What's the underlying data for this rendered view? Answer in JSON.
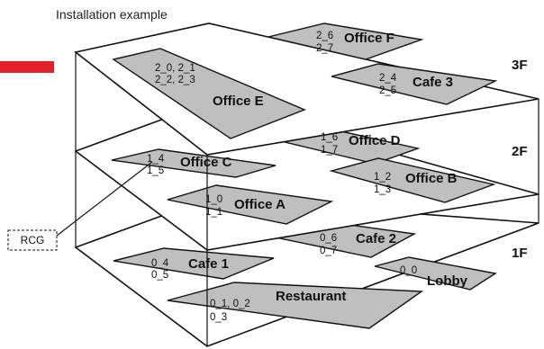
{
  "title": "Installation example",
  "accent_color": "#e2212b",
  "room_fill": "#bfbfbf",
  "rcg_label": "RCG",
  "floors": [
    {
      "label": "3F",
      "rooms": [
        {
          "name": "Office E",
          "ids": [
            "2_0, 2_1",
            "2_2, 2_3"
          ]
        },
        {
          "name": "Office F",
          "ids": [
            "2_6",
            "2_7"
          ]
        },
        {
          "name": "Cafe 3",
          "ids": [
            "2_4",
            "2_5"
          ]
        }
      ]
    },
    {
      "label": "2F",
      "rooms": [
        {
          "name": "Office C",
          "ids": [
            "1_4",
            "1_5"
          ]
        },
        {
          "name": "Office D",
          "ids": [
            "1_6",
            "1_7"
          ]
        },
        {
          "name": "Office A",
          "ids": [
            "1_0",
            "1_1"
          ]
        },
        {
          "name": "Office B",
          "ids": [
            "1_2",
            "1_3"
          ]
        }
      ]
    },
    {
      "label": "1F",
      "rooms": [
        {
          "name": "Cafe 1",
          "ids": [
            "0_4",
            "0_5"
          ]
        },
        {
          "name": "Cafe 2",
          "ids": [
            "0_6",
            "0_7"
          ]
        },
        {
          "name": "Restaurant",
          "ids": [
            "0_1, 0_2",
            "0_3"
          ]
        },
        {
          "name": "Lobby",
          "ids": [
            "0_0"
          ]
        }
      ]
    }
  ]
}
